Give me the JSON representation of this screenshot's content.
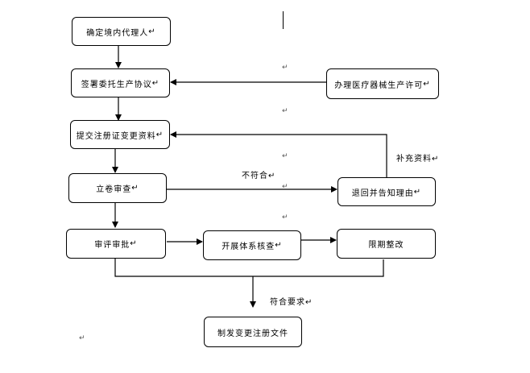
{
  "nodes": {
    "determine_agent": "确定境内代理人",
    "sign_agreement": "签署委托生产协议",
    "production_license": "办理医疗器械生产许可",
    "submit_materials": "提交注册证变更资料",
    "file_review": "立卷审查",
    "return_notice": "退回并告知理由",
    "evaluation_approval": "审评审批",
    "system_inspection": "开展体系核查",
    "rectify": "限期整改",
    "issue_document": "制发变更注册文件"
  },
  "edge_labels": {
    "not_compliant": "不符合",
    "supplement": "补充资料",
    "compliant": "符合要求"
  },
  "paragraph_mark": "↵"
}
